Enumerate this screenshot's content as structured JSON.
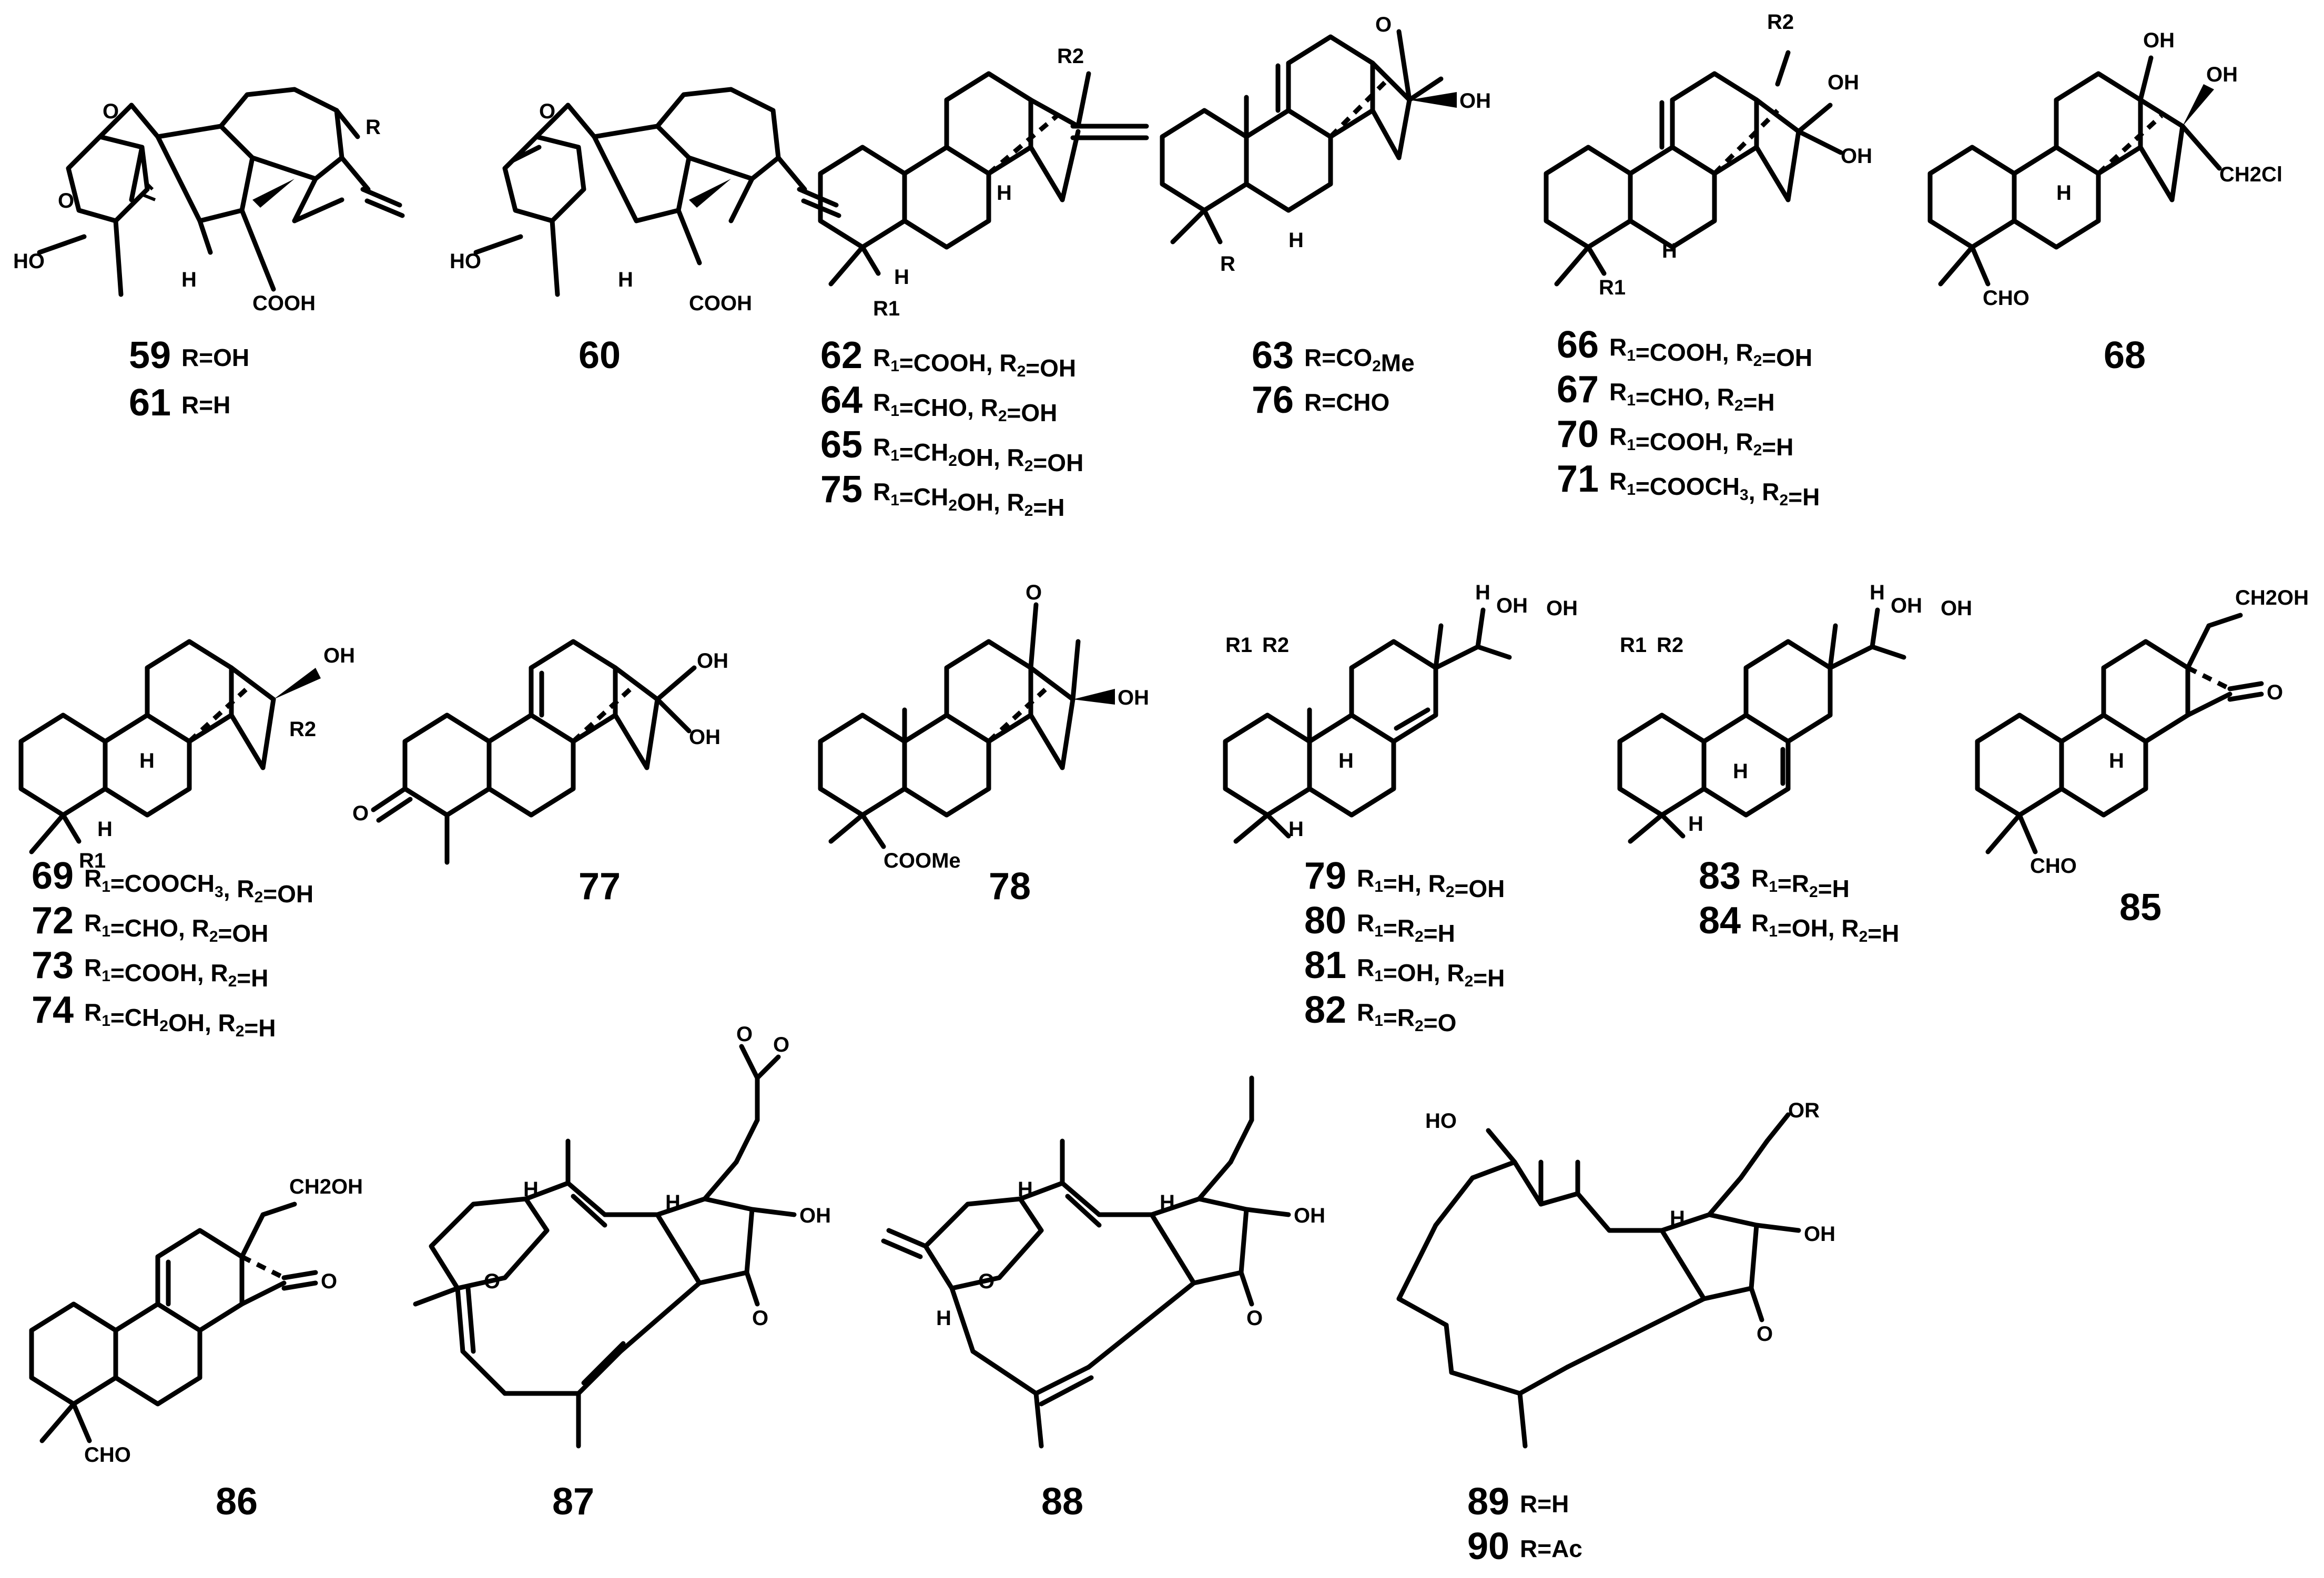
{
  "compounds": [
    {
      "id": "c59",
      "label": "59",
      "subs": [
        "R=OH"
      ]
    },
    {
      "id": "c61",
      "label": "61",
      "subs": [
        "R=H"
      ]
    },
    {
      "id": "c60",
      "label": "60",
      "subs": []
    },
    {
      "id": "c62",
      "label": "62",
      "subs": [
        "R1=COOH, R2=OH"
      ]
    },
    {
      "id": "c64",
      "label": "64",
      "subs": [
        "R1=CHO, R2=OH"
      ]
    },
    {
      "id": "c65",
      "label": "65",
      "subs": [
        "R1=CH2OH, R2=OH"
      ]
    },
    {
      "id": "c75",
      "label": "75",
      "subs": [
        "R1=CH2OH, R2=H"
      ]
    },
    {
      "id": "c63",
      "label": "63",
      "subs": [
        "R=CO2Me"
      ]
    },
    {
      "id": "c76",
      "label": "76",
      "subs": [
        "R=CHO"
      ]
    },
    {
      "id": "c66",
      "label": "66",
      "subs": [
        "R1=COOH, R2=OH"
      ]
    },
    {
      "id": "c67",
      "label": "67",
      "subs": [
        "R1=CHO, R2=H"
      ]
    },
    {
      "id": "c70",
      "label": "70",
      "subs": [
        "R1=COOH, R2=H"
      ]
    },
    {
      "id": "c71",
      "label": "71",
      "subs": [
        "R1=COOCH3, R2=H"
      ]
    },
    {
      "id": "c68",
      "label": "68",
      "subs": []
    },
    {
      "id": "c69",
      "label": "69",
      "subs": [
        "R1=COOCH3, R2=OH"
      ]
    },
    {
      "id": "c72",
      "label": "72",
      "subs": [
        "R1=CHO, R2=OH"
      ]
    },
    {
      "id": "c73",
      "label": "73",
      "subs": [
        "R1=COOH, R2=H"
      ]
    },
    {
      "id": "c74",
      "label": "74",
      "subs": [
        "R1=CH2OH, R2=H"
      ]
    },
    {
      "id": "c77",
      "label": "77",
      "subs": []
    },
    {
      "id": "c78",
      "label": "78",
      "subs": []
    },
    {
      "id": "c79",
      "label": "79",
      "subs": [
        "R1=H, R2=OH"
      ]
    },
    {
      "id": "c80",
      "label": "80",
      "subs": [
        "R1=R2=H"
      ]
    },
    {
      "id": "c81",
      "label": "81",
      "subs": [
        "R1=OH, R2=H"
      ]
    },
    {
      "id": "c82",
      "label": "82",
      "subs": [
        "R1=R2=O"
      ]
    },
    {
      "id": "c83",
      "label": "83",
      "subs": [
        "R1=R2=H"
      ]
    },
    {
      "id": "c84",
      "label": "84",
      "subs": [
        "R1=OH, R2=H"
      ]
    },
    {
      "id": "c85",
      "label": "85",
      "subs": []
    },
    {
      "id": "c86",
      "label": "86",
      "subs": []
    },
    {
      "id": "c87",
      "label": "87",
      "subs": []
    },
    {
      "id": "c88",
      "label": "88",
      "subs": []
    },
    {
      "id": "c89",
      "label": "89",
      "subs": [
        "R=H"
      ]
    },
    {
      "id": "c90",
      "label": "90",
      "subs": [
        "R=Ac"
      ]
    }
  ],
  "atoms": {
    "o": "O",
    "oh": "OH",
    "ho": "HO",
    "h": "H",
    "r": "R",
    "r1": "R1",
    "r2": "R2",
    "cooh": "COOH",
    "cho": "CHO",
    "ch2oh": "CH2OH",
    "ch2cl": "CH2Cl",
    "coome": "COOMe",
    "or": "OR"
  }
}
